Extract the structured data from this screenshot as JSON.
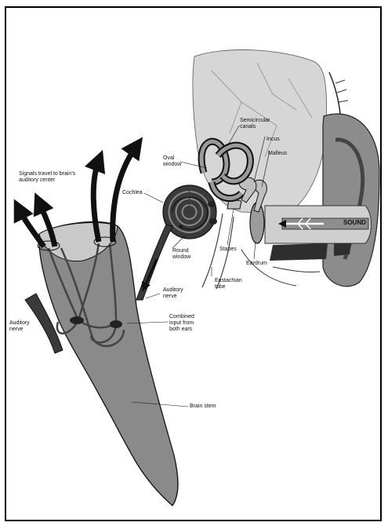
{
  "labels": {
    "signals": "Signals travel to brain's\nauditory center",
    "semicircular": "Semicircular\ncanals",
    "incus": "Incus",
    "malleus": "Malleus",
    "oval_window": "Oval\nwindow",
    "cochlea": "Cochlea",
    "sound": "SOUND",
    "stapes": "Stapes",
    "eardrum": "Eardrum",
    "round_window": "Round\nwindow",
    "eustachian": "Eustachian\ntube",
    "auditory_nerve_right": "Auditory\nnerve",
    "auditory_nerve_left": "Auditory\nnerve",
    "combined_input": "Combined\ninput from\nboth ears",
    "brain_stem": "Brain stem"
  },
  "colors": {
    "outline": "#111111",
    "dark_gray": "#444444",
    "mid_gray": "#8a8a8a",
    "light_gray": "#c4c4c4",
    "pale_gray": "#dcdcdc"
  }
}
